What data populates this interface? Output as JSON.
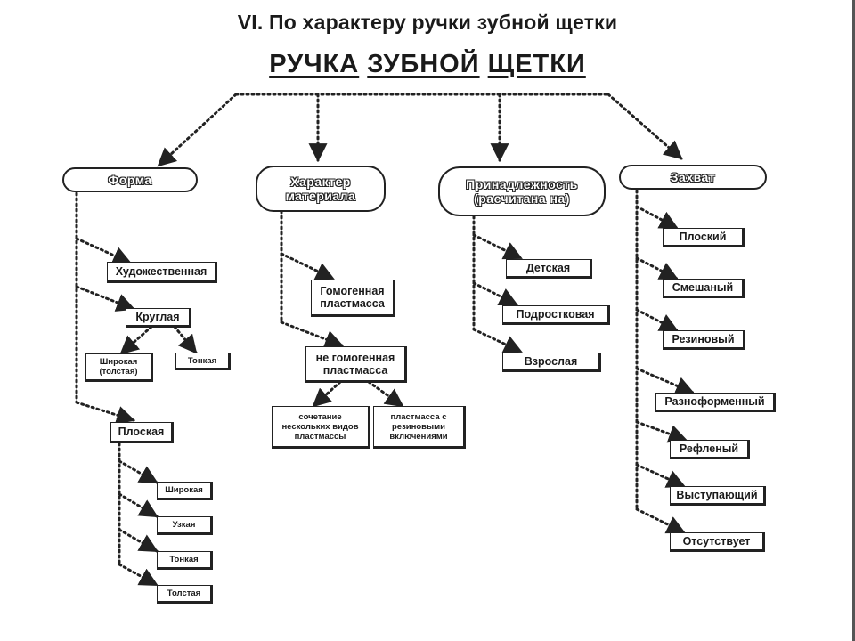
{
  "titles": {
    "section": "VI. По характеру ручки зубной щетки",
    "main_1": "РУЧКА",
    "main_2": "ЗУБНОЙ",
    "main_3": "ЩЕТКИ"
  },
  "categories": {
    "forma": "Форма",
    "material": "Характер\nматериала",
    "prinadl": "Принадлежность\n(расчитана на)",
    "zahvat": "Захват"
  },
  "forma": {
    "hudozh": "Художественная",
    "kruglaya": "Круглая",
    "shirokaya_tolstaya": "Широкая\n(толстая)",
    "tonkaya_round": "Тонкая",
    "ploskaya": "Плоская",
    "shirokaya": "Широкая",
    "uzkaya": "Узкая",
    "tonkaya": "Тонкая",
    "tolstaya": "Толстая"
  },
  "material": {
    "gomogennaya": "Гомогенная\nпластмасса",
    "ne_gomogennaya": "не гомогенная\nпластмасса",
    "sochetanie": "сочетание\nнескольких видов\nпластмассы",
    "s_rezinovymi": "пластмасса с\nрезиновыми\nвключениями"
  },
  "prinadl": {
    "detskaya": "Детская",
    "podrostkovaya": "Подростковая",
    "vzroslaya": "Взрослая"
  },
  "zahvat": {
    "ploskiy": "Плоский",
    "smeshanyy": "Смешаный",
    "rezinovyy": "Резиновый",
    "raznoformennyy": "Разноформенный",
    "reflenyy": "Рефленый",
    "vystupayushchiy": "Выступающий",
    "otsutstvuet": "Отсутствует"
  }
}
